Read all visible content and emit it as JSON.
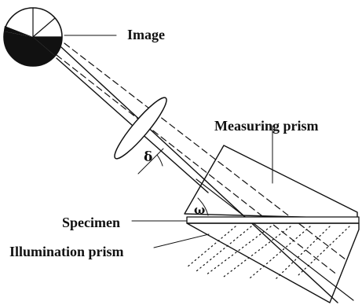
{
  "labels": {
    "image": "Image",
    "measuring_prism": "Measuring prism",
    "specimen": "Specimen",
    "illumination_prism": "Illumination prism"
  },
  "symbols": {
    "delta": "δ",
    "omega": "ω"
  },
  "colors": {
    "ink": "#111111",
    "background": "#ffffff"
  }
}
